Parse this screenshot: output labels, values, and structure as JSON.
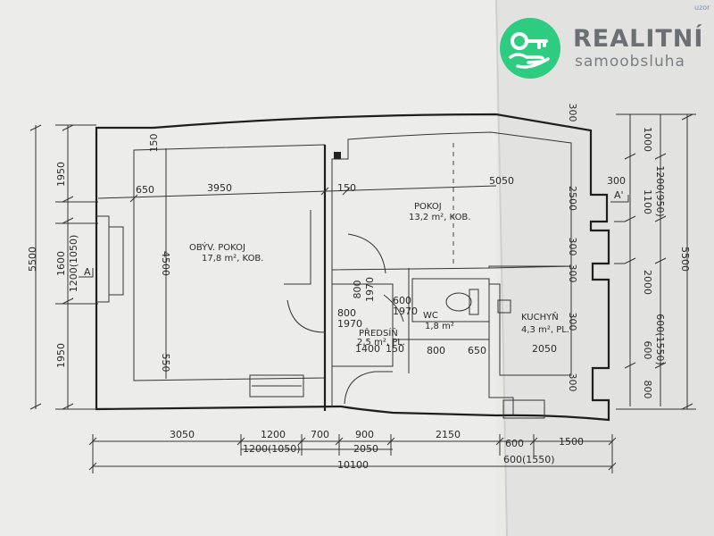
{
  "logo": {
    "title": "REALITNÍ",
    "subtitle": "samoobsluha",
    "brand_color": "#2ecc80"
  },
  "corner_text": "uzor",
  "rooms": {
    "living_name": "OBÝV. POKOJ",
    "living_area": "17,8 m², KOB.",
    "room_name": "POKOJ",
    "room_area": "13,2 m², KOB.",
    "hall_name": "PŘEDSÍŇ",
    "hall_area": "2,5 m², PL.",
    "wc_name": "WC",
    "wc_area": "1,8 m²",
    "kitchen_name": "KUCHYŇ",
    "kitchen_area": "4,3 m², PL."
  },
  "section_marks": {
    "left": "A",
    "right": "A'"
  },
  "dims": {
    "left_1950_top": "1950",
    "left_1600": "1600",
    "left_1200_1050": "1200(1050)",
    "left_1950_bottom": "1950",
    "left_5500": "5500",
    "inner_650": "650",
    "inner_3950": "3950",
    "inner_4500": "4500",
    "inner_550": "550",
    "inner_150_top": "150",
    "inner_150_mid": "150",
    "room_5050": "5050",
    "door_800_hall": "800",
    "door_1970_hall": "1970",
    "door_600_wc": "600",
    "door_1970_wc": "1970",
    "hall_800": "800",
    "hall_1970": "1970",
    "hall_1400": "1400",
    "hall_150": "150",
    "mid_800": "800",
    "mid_650": "650",
    "mid_2050": "2050",
    "right_300_top": "300",
    "right_2500": "2500",
    "right_300_a": "300",
    "right_300_b": "300",
    "right_300_c": "300",
    "right_300_d": "300",
    "side_300": "300",
    "right_1000": "1000",
    "right_1100": "1100",
    "right_1200_950": "1200(950)",
    "right_2000": "2000",
    "right_600": "600",
    "right_600_1550": "600(1550)",
    "right_800": "800",
    "right_5500": "5500",
    "bottom_3050": "3050",
    "bottom_1200": "1200",
    "bottom_700": "700",
    "bottom_900": "900",
    "bottom_2150": "2150",
    "bottom_600": "600",
    "bottom_1500": "1500",
    "bottom_1200_1050": "1200(1050)",
    "bottom_2050": "2050",
    "bottom_600_1550": "600(1550)",
    "bottom_10100": "10100"
  }
}
